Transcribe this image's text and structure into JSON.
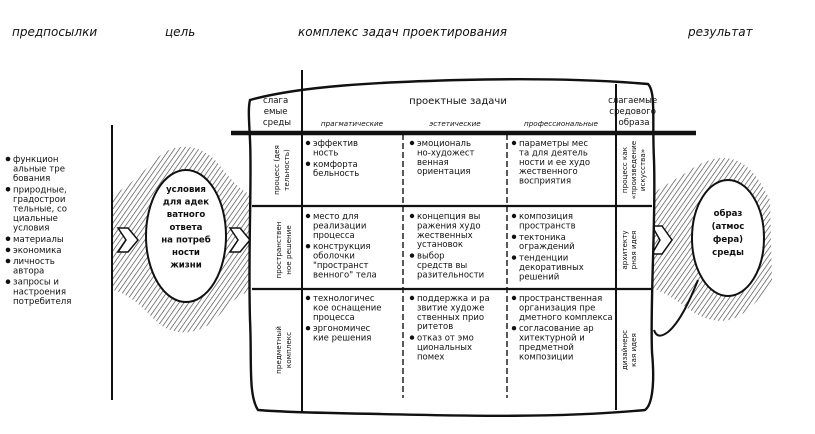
{
  "headers": {
    "prerequisites": "предпосылки",
    "goal": "цель",
    "tasks": "комплекс задач проектирования",
    "result": "результат"
  },
  "prerequisites_list": [
    [
      "функцион",
      "альные тре",
      "бования"
    ],
    [
      "природные,",
      "градострои",
      "тельные, со",
      "циальные",
      "условия"
    ],
    [
      "материалы"
    ],
    [
      "экономика"
    ],
    [
      "личность",
      "автора"
    ],
    [
      "запросы и",
      "настроения",
      "потребителя"
    ]
  ],
  "goal_text": [
    "условия",
    "для адек",
    "ватного",
    "ответа",
    "на потреб",
    "ности",
    "жизни"
  ],
  "result_text": [
    "образ",
    "(атмос",
    "фера)",
    "среды"
  ],
  "table": {
    "col_environment": [
      "слага",
      "емые",
      "среды"
    ],
    "col_tasks": "проектные задачи",
    "col_result": [
      "слагаемые",
      "средового",
      "образа"
    ],
    "sub_pragmatic": "прагматические",
    "sub_aesthetic": "эстетические",
    "sub_professional": "профессиональные",
    "rows": [
      {
        "side": [
          "процесс (дея",
          "тельность)"
        ],
        "pragmatic": [
          [
            "эффектив",
            "ность"
          ],
          [
            "комфорта",
            "бельность"
          ]
        ],
        "aesthetic": [
          [
            "эмоциональ",
            "но-художест",
            "венная",
            "ориентация"
          ]
        ],
        "professional": [
          [
            "параметры мес",
            "та для деятель",
            "ности и ее худо",
            "жественного",
            "восприятия"
          ]
        ],
        "result": [
          "процесс как",
          "«произведение",
          "искусства»"
        ]
      },
      {
        "side": [
          "пространствен",
          "ное решение"
        ],
        "pragmatic": [
          [
            "место для",
            "реализации",
            "процесса"
          ],
          [
            "конструкция",
            "оболочки",
            "\"пространст",
            "венного\" тела"
          ]
        ],
        "aesthetic": [
          [
            "концепция вы",
            "ражения худо",
            "жественных",
            "установок"
          ],
          [
            "выбор",
            "средств вы",
            "разительности"
          ]
        ],
        "professional": [
          [
            "композиция",
            "пространств"
          ],
          [
            "тектоника",
            "ограждений"
          ],
          [
            "тенденции",
            "декоративных",
            "решений"
          ]
        ],
        "result": [
          "архитекту",
          "рная идея"
        ]
      },
      {
        "side": [
          "предметный",
          "комплекс"
        ],
        "pragmatic": [
          [
            "технологичес",
            "кое оснащение",
            "процесса"
          ],
          [
            "эргономичес",
            "кие решения"
          ]
        ],
        "aesthetic": [
          [
            "поддержка и ра",
            "звитие художе",
            "ственных прио",
            "ритетов"
          ],
          [
            "отказ от эмо",
            "циональных",
            "помех"
          ]
        ],
        "professional": [
          [
            "пространственная",
            "организация пре",
            "дметного комплекса"
          ],
          [
            "согласование ар",
            "хитектурной и",
            "предметной",
            "композиции"
          ]
        ],
        "result": [
          "дизайнерс",
          "кая идея"
        ]
      }
    ]
  }
}
